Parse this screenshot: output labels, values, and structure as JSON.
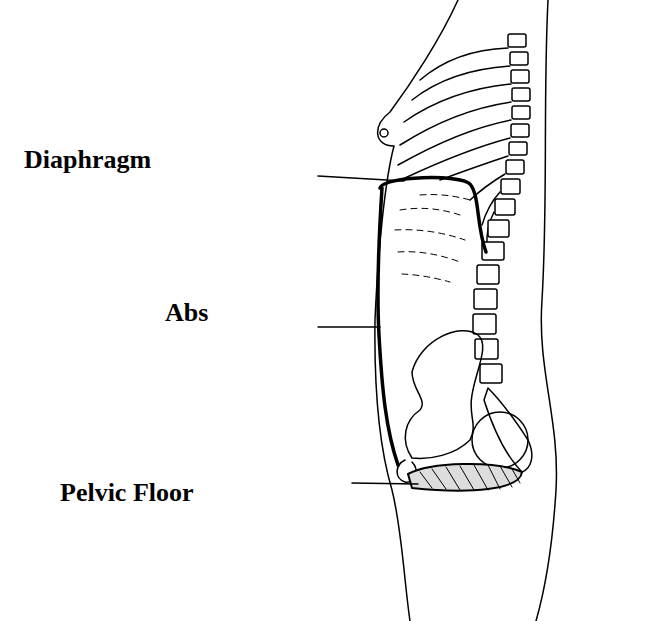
{
  "diagram": {
    "labels": [
      "Diaphragm",
      "Abs",
      "Pelvic Floor"
    ]
  }
}
